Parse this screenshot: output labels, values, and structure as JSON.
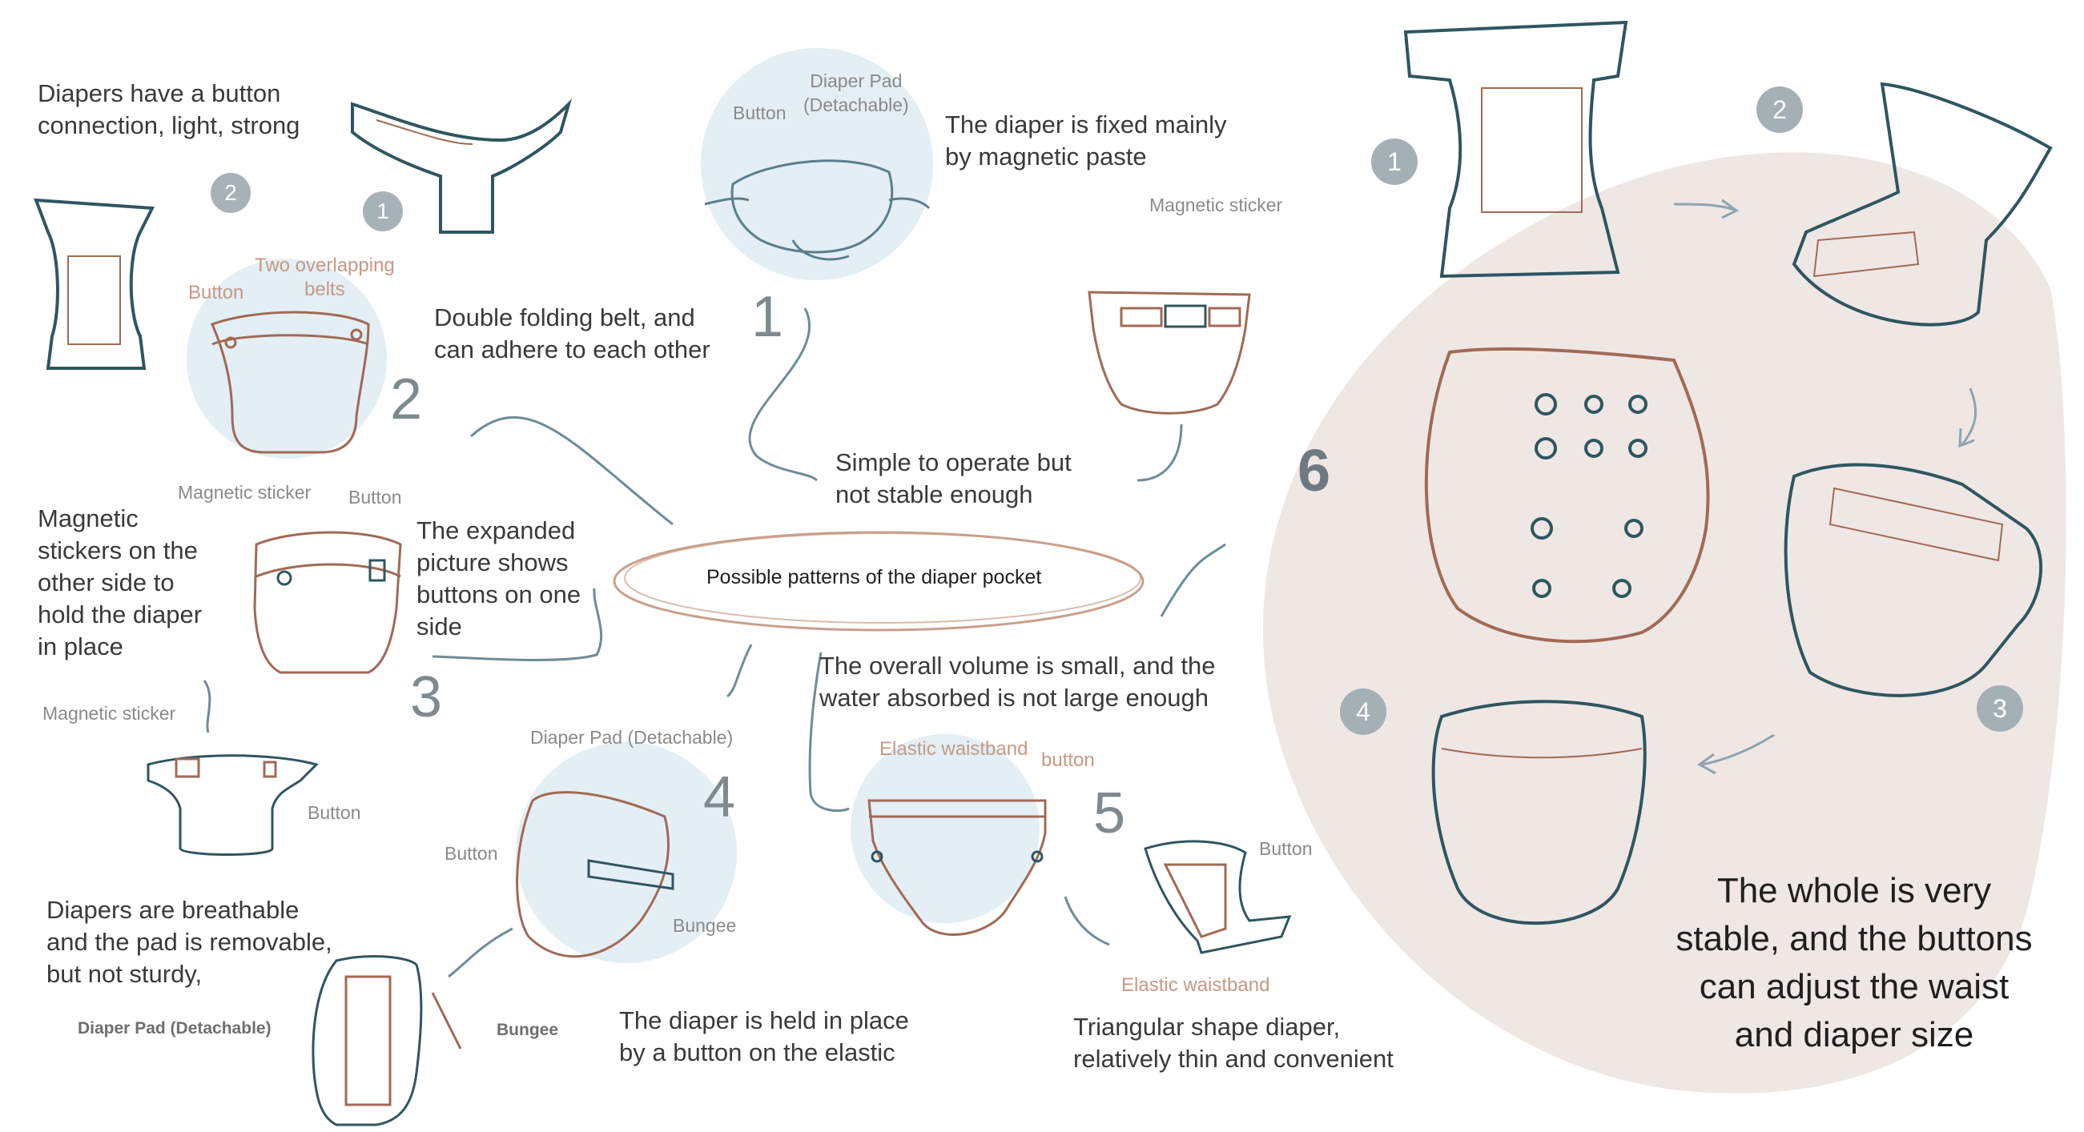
{
  "colors": {
    "blob": "#efe7e4",
    "circle": "#e4eef5",
    "brown": "#a06a55",
    "teal": "#2f5660",
    "connector": "#6e8c97",
    "ellipse": "#c9a08c",
    "badge": "#a7b2b8"
  },
  "center": {
    "title": "Possible patterns of the diaper pocket"
  },
  "notes": {
    "top_left": "Diapers have a button\nconnection, light, strong",
    "double_belt": "Double folding belt, and\ncan adhere to each other",
    "magnetic_paste": "The diaper is fixed mainly\nby magnetic paste",
    "simple": "Simple to operate but\nnot stable enough",
    "magnetic_stickers": "Magnetic\nstickers on the\nother side to\nhold the diaper\nin place",
    "expanded": "The expanded\npicture shows\nbuttons on one\nside",
    "volume": "The overall volume is small, and the\nwater absorbed is not large enough",
    "breathable": "Diapers are breathable\nand the pad is removable,\nbut not sturdy,",
    "elastic_button": "The diaper is held in place\nby a button on the elastic",
    "triangular": "Triangular shape diaper,\nrelatively thin and convenient",
    "summary": "The whole is very\nstable, and the buttons\ncan adjust the waist\nand diaper size"
  },
  "labels": {
    "button_1": "Button",
    "diaper_pad_top": "Diaper Pad\n(Detachable)",
    "magnetic_sticker_top": "Magnetic sticker",
    "button_2": "Button",
    "two_overlapping_belts": "Two overlapping\nbelts",
    "magnetic_sticker_3": "Magnetic sticker",
    "button_3": "Button",
    "magnetic_sticker_3b": "Magnetic sticker",
    "button_3b": "Button",
    "diaper_pad_4": "Diaper Pad (Detachable)",
    "button_4": "Button",
    "bungee_4": "Bungee",
    "diaper_pad_bold": "Diaper Pad (Detachable)",
    "bungee_bold": "Bungee",
    "elastic_waistband_5": "Elastic waistband",
    "button_5": "button",
    "button_5b": "Button",
    "elastic_waistband_5b": "Elastic waistband"
  },
  "numbers": {
    "n1": "1",
    "n2": "2",
    "n3": "3",
    "n4": "4",
    "n5": "5",
    "n6": "6"
  },
  "badges": {
    "left_2": "2",
    "left_1": "1",
    "right_1": "1",
    "right_2": "2",
    "right_3": "3",
    "right_4": "4"
  }
}
